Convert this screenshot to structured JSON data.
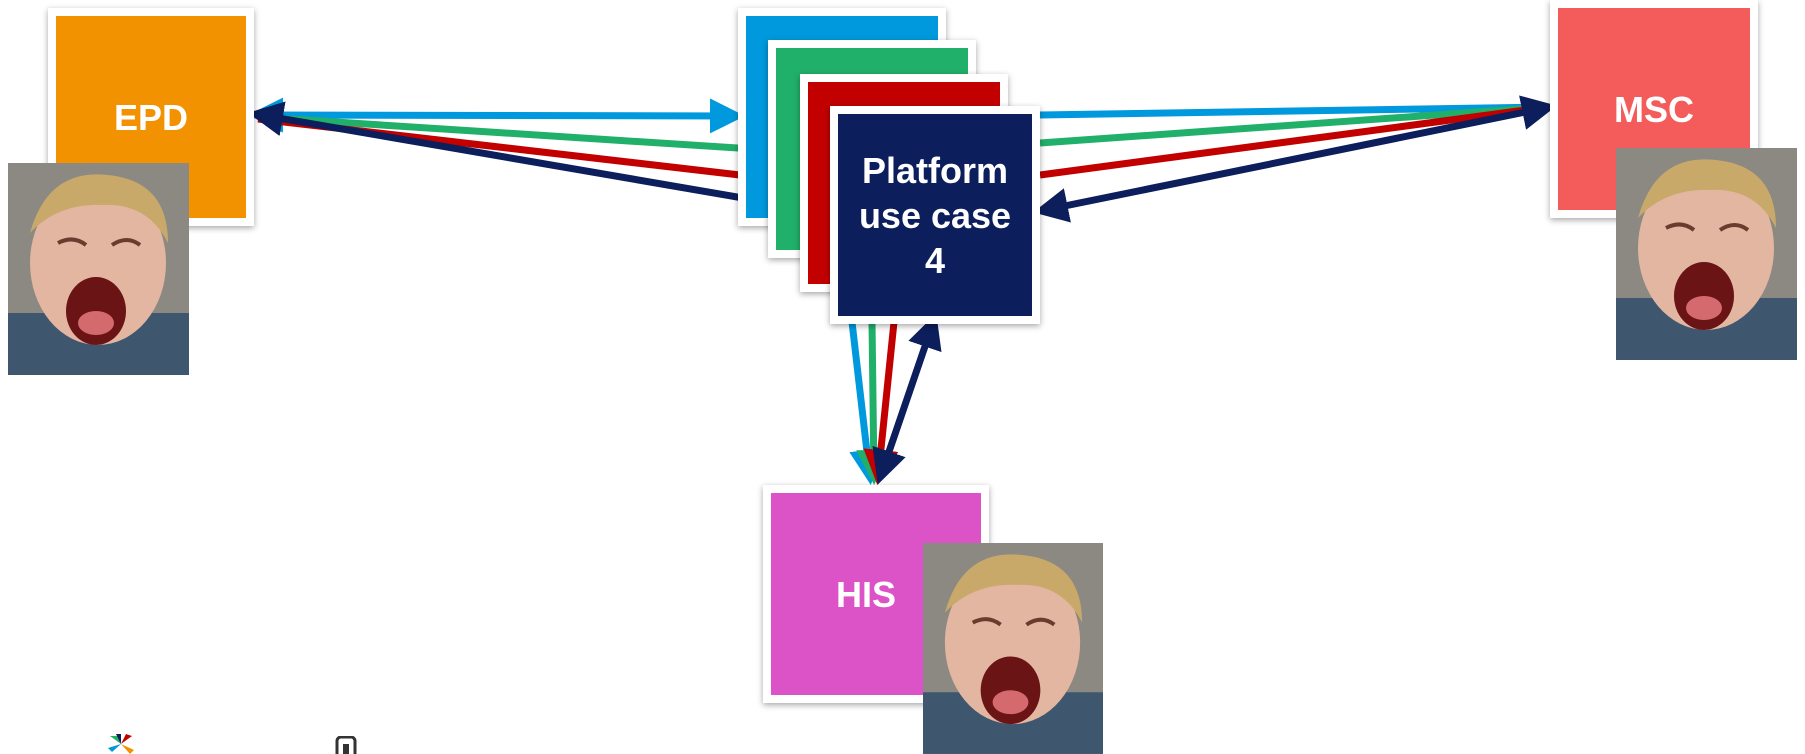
{
  "nodes": {
    "epd": {
      "label": "EPD",
      "color": "#f39200"
    },
    "msc": {
      "label": "MSC",
      "color": "#f45b5b"
    },
    "his": {
      "label": "HIS",
      "color": "#dc52c7"
    },
    "platforms": [
      {
        "label": "",
        "color": "#0099dd"
      },
      {
        "label": "",
        "color": "#20b06a"
      },
      {
        "label": "",
        "color": "#c20000"
      },
      {
        "label": "Platform\nuse case\n4",
        "color": "#0c1e5b"
      }
    ]
  },
  "connection_colors": [
    "#0099dd",
    "#20b06a",
    "#c20000",
    "#0c1e5b"
  ],
  "photo_subject": "crying-child-photo",
  "footer_logos": [
    "pinwheel-logo-icon",
    "phone-logo-icon"
  ]
}
